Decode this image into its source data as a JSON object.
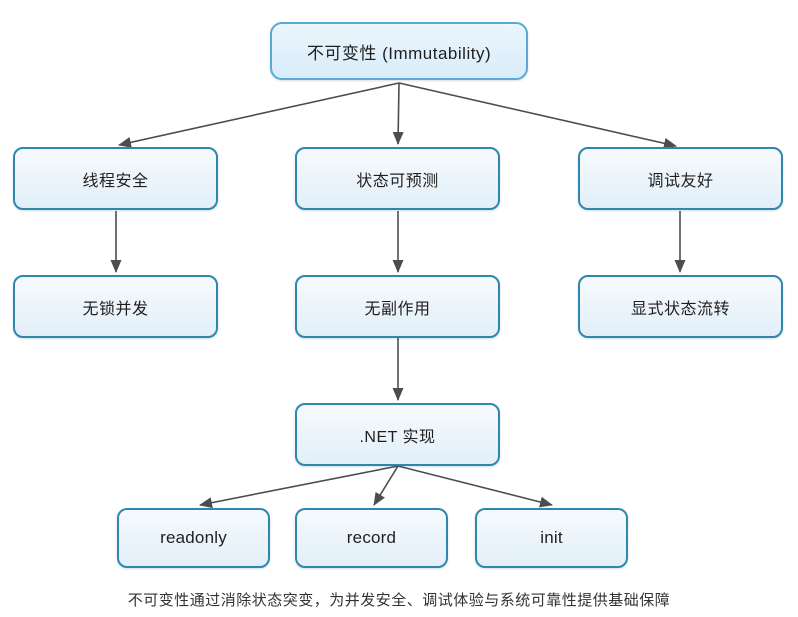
{
  "diagram": {
    "type": "flowchart",
    "caption": "不可变性通过消除状态突变，为并发安全、调试体验与系统可靠性提供基础保障",
    "nodes": {
      "root": {
        "label": "不可变性 (Immutability)"
      },
      "thread_safety": {
        "label": "线程安全"
      },
      "predictable_state": {
        "label": "状态可预测"
      },
      "debug_friendly": {
        "label": "调试友好"
      },
      "lock_free": {
        "label": "无锁并发"
      },
      "no_side_effects": {
        "label": "无副作用"
      },
      "explicit_state_flow": {
        "label": "显式状态流转"
      },
      "dotnet_impl": {
        "label": ".NET 实现"
      },
      "readonly": {
        "label": "readonly"
      },
      "record": {
        "label": "record"
      },
      "init": {
        "label": "init"
      }
    },
    "edges": [
      {
        "from": "root",
        "to": "thread_safety"
      },
      {
        "from": "root",
        "to": "predictable_state"
      },
      {
        "from": "root",
        "to": "debug_friendly"
      },
      {
        "from": "thread_safety",
        "to": "lock_free"
      },
      {
        "from": "predictable_state",
        "to": "no_side_effects"
      },
      {
        "from": "debug_friendly",
        "to": "explicit_state_flow"
      },
      {
        "from": "no_side_effects",
        "to": "dotnet_impl"
      },
      {
        "from": "dotnet_impl",
        "to": "readonly"
      },
      {
        "from": "dotnet_impl",
        "to": "record"
      },
      {
        "from": "dotnet_impl",
        "to": "init"
      }
    ]
  },
  "colors": {
    "background": "#ffffff",
    "root_border": "#57a9d8",
    "node_border": "#2f86ae",
    "node_fill_start": "#f6fafd",
    "node_fill_end": "#e2eff9",
    "root_fill_start": "#ebf6fd",
    "root_fill_end": "#d9ecfa",
    "arrow": "#4d4d4d",
    "text": "#1f1f1f",
    "caption_text": "#333333"
  }
}
